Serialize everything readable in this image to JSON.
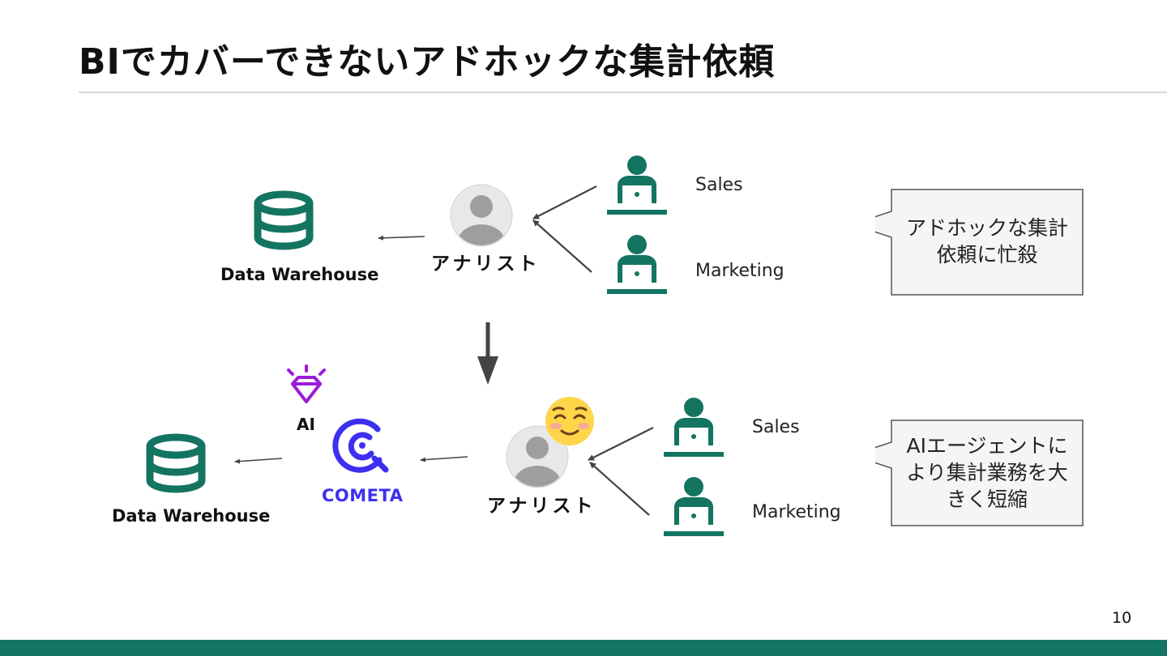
{
  "slide": {
    "title": "BIでカバーできないアドホックな集計依頼",
    "page_number": "10"
  },
  "before": {
    "warehouse_label": "Data Warehouse",
    "analyst_label": "アナリスト",
    "requesters": [
      {
        "label": "Sales"
      },
      {
        "label": "Marketing"
      }
    ],
    "callout": "アドホックな集計依頼に忙殺"
  },
  "after": {
    "warehouse_label": "Data Warehouse",
    "ai_label": "AI",
    "tool_label": "COMETA",
    "analyst_label": "アナリスト",
    "analyst_emoji": "☺️",
    "requesters": [
      {
        "label": "Sales"
      },
      {
        "label": "Marketing"
      }
    ],
    "callout": "AIエージェントにより集計業務を大きく短縮"
  },
  "colors": {
    "brand_green": "#137461",
    "arrow": "#444444",
    "ai_purple": "#9b1bd9",
    "cometa_blue": "#3d2ff0"
  },
  "icons": {
    "warehouse": "database-icon",
    "analyst": "user-avatar-icon",
    "requester": "person-laptop-icon",
    "ai": "gem-icon",
    "tool": "cometa-logo-icon",
    "transition": "down-arrow-icon"
  }
}
